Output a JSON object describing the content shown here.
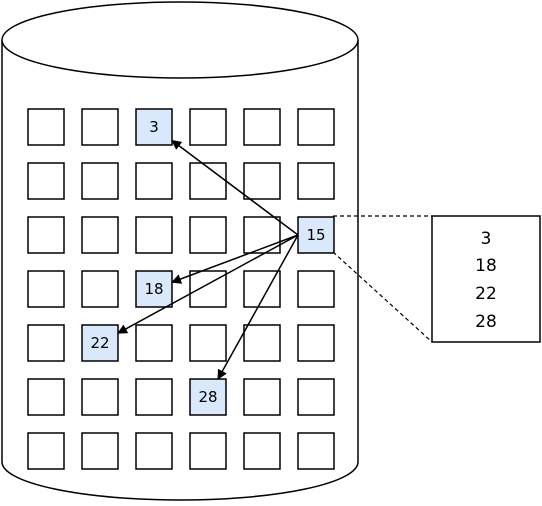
{
  "grid": {
    "rows": 7,
    "cols": 6,
    "highlight_fill": "#dae8fc",
    "cell_fill": "#ffffff",
    "stroke": "#000000",
    "cells": [
      {
        "row": 0,
        "col": 2,
        "label": "3"
      },
      {
        "row": 2,
        "col": 5,
        "label": "15"
      },
      {
        "row": 3,
        "col": 2,
        "label": "18"
      },
      {
        "row": 4,
        "col": 1,
        "label": "22"
      },
      {
        "row": 5,
        "col": 3,
        "label": "28"
      }
    ]
  },
  "pointers": {
    "source": "15",
    "targets": [
      "3",
      "18",
      "22",
      "28"
    ]
  },
  "index_box": {
    "entries": [
      "3",
      "18",
      "22",
      "28"
    ]
  }
}
